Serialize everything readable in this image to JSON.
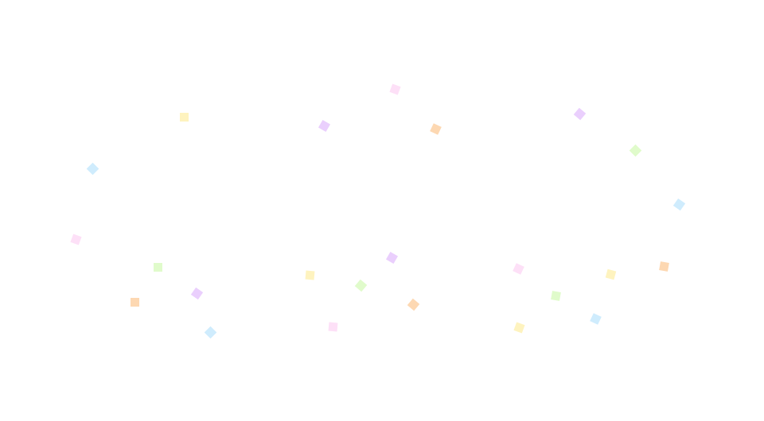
{
  "palette": {
    "pink": "#fcc6f0",
    "yellow": "#fde98a",
    "purple": "#d9a8fb",
    "orange": "#fbb872",
    "green": "#c6f7a0",
    "blue": "#a8dcfb"
  },
  "confetti": [
    {
      "color": "pink"
    },
    {
      "color": "yellow"
    },
    {
      "color": "purple"
    },
    {
      "color": "orange"
    },
    {
      "color": "purple"
    },
    {
      "color": "green"
    },
    {
      "color": "blue"
    },
    {
      "color": "blue"
    },
    {
      "color": "pink"
    },
    {
      "color": "green"
    },
    {
      "color": "orange"
    },
    {
      "color": "purple"
    },
    {
      "color": "blue"
    },
    {
      "color": "yellow"
    },
    {
      "color": "green"
    },
    {
      "color": "purple"
    },
    {
      "color": "orange"
    },
    {
      "color": "pink"
    },
    {
      "color": "pink"
    },
    {
      "color": "green"
    },
    {
      "color": "yellow"
    },
    {
      "color": "orange"
    },
    {
      "color": "blue"
    },
    {
      "color": "yellow"
    }
  ]
}
